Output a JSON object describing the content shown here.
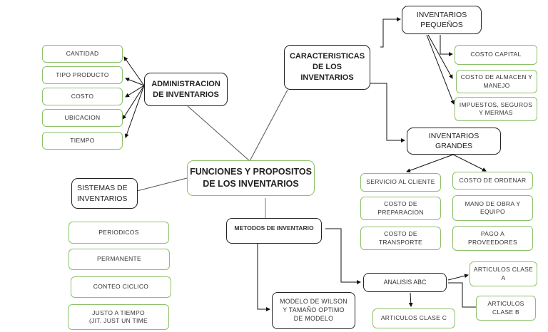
{
  "diagram": {
    "central": "FUNCIONES Y PROPOSITOS\nDE LOS INVENTARIOS",
    "administracion": {
      "title": "ADMINISTRACION\nDE INVENTARIOS",
      "items": [
        "CANTIDAD",
        "TIPO PRODUCTO",
        "COSTO",
        "UBICACION",
        "TIEMPO"
      ]
    },
    "caracteristicas": {
      "title": "CARACTERISTICAS\nDE LOS\nINVENTARIOS",
      "pequenos": {
        "title": "INVENTARIOS\nPEQUEÑOS",
        "items": [
          "COSTO CAPITAL",
          "COSTO DE ALMACEN Y\nMANEJO",
          "IMPUESTOS, SEGUROS\nY MERMAS"
        ]
      },
      "grandes": {
        "title": "INVENTARIOS\nGRANDES",
        "left_items": [
          "SERVICIO AL CLIENTE",
          "COSTO DE\nPREPARACION",
          "COSTO DE\nTRANSPORTE"
        ],
        "right_items": [
          "COSTO DE ORDENAR",
          "MANO DE OBRA Y\nEQUIPO",
          "PAGO A\nPROVEEDORES"
        ]
      }
    },
    "sistemas": {
      "title": "SISTEMAS DE\nINVENTARIOS",
      "items": [
        "PERIODICOS",
        "PERMANENTE",
        "CONTEO CICLICO",
        "JUSTO A TIEMPO\n(JIT. JUST UN TIME"
      ]
    },
    "metodos": {
      "title": "METODOS DE INVENTARIO",
      "wilson": "MODELO DE WILSON\nY TAMAÑO OPTIMO\nDE MODELO",
      "abc": {
        "title": "ANALISIS ABC",
        "clase_a": "ARTICULOS CLASE\nA",
        "clase_b": "ARTICULOS\nCLASE B",
        "clase_c": "ARTICULOS CLASE C"
      }
    }
  }
}
